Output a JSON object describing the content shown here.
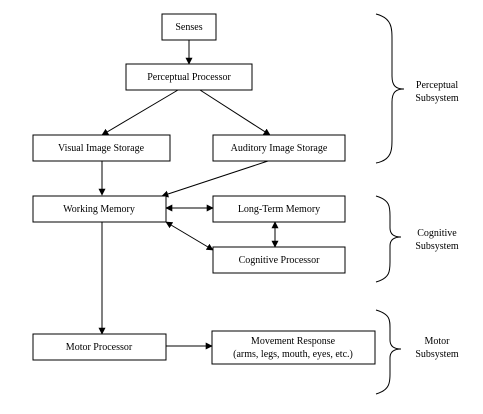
{
  "boxes": {
    "senses": "Senses",
    "perceptual_processor": "Perceptual Processor",
    "visual_image_storage": "Visual Image Storage",
    "auditory_image_storage": "Auditory Image Storage",
    "working_memory": "Working Memory",
    "long_term_memory": "Long-Term Memory",
    "cognitive_processor": "Cognitive Processor",
    "motor_processor": "Motor Processor",
    "movement_response_line1": "Movement Response",
    "movement_response_line2": "(arms, legs, mouth, eyes, etc.)"
  },
  "subsystems": {
    "perceptual_line1": "Perceptual",
    "perceptual_line2": "Subsystem",
    "cognitive_line1": "Cognitive",
    "cognitive_line2": "Subsystem",
    "motor_line1": "Motor",
    "motor_line2": "Subsystem"
  }
}
